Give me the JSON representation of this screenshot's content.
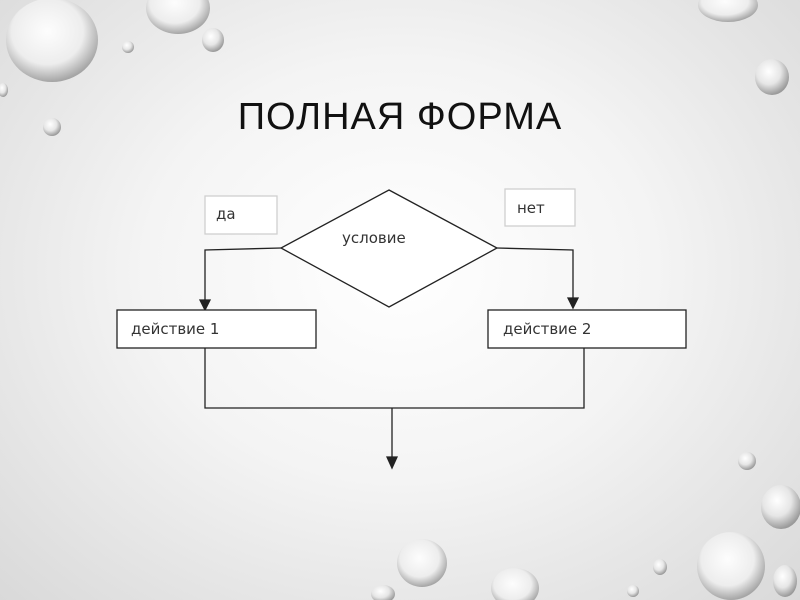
{
  "title": "ПОЛНАЯ ФОРМА",
  "flowchart": {
    "yes_label": "да",
    "no_label": "нет",
    "condition": "условие",
    "action1": "действие 1",
    "action2": "действие 2"
  }
}
